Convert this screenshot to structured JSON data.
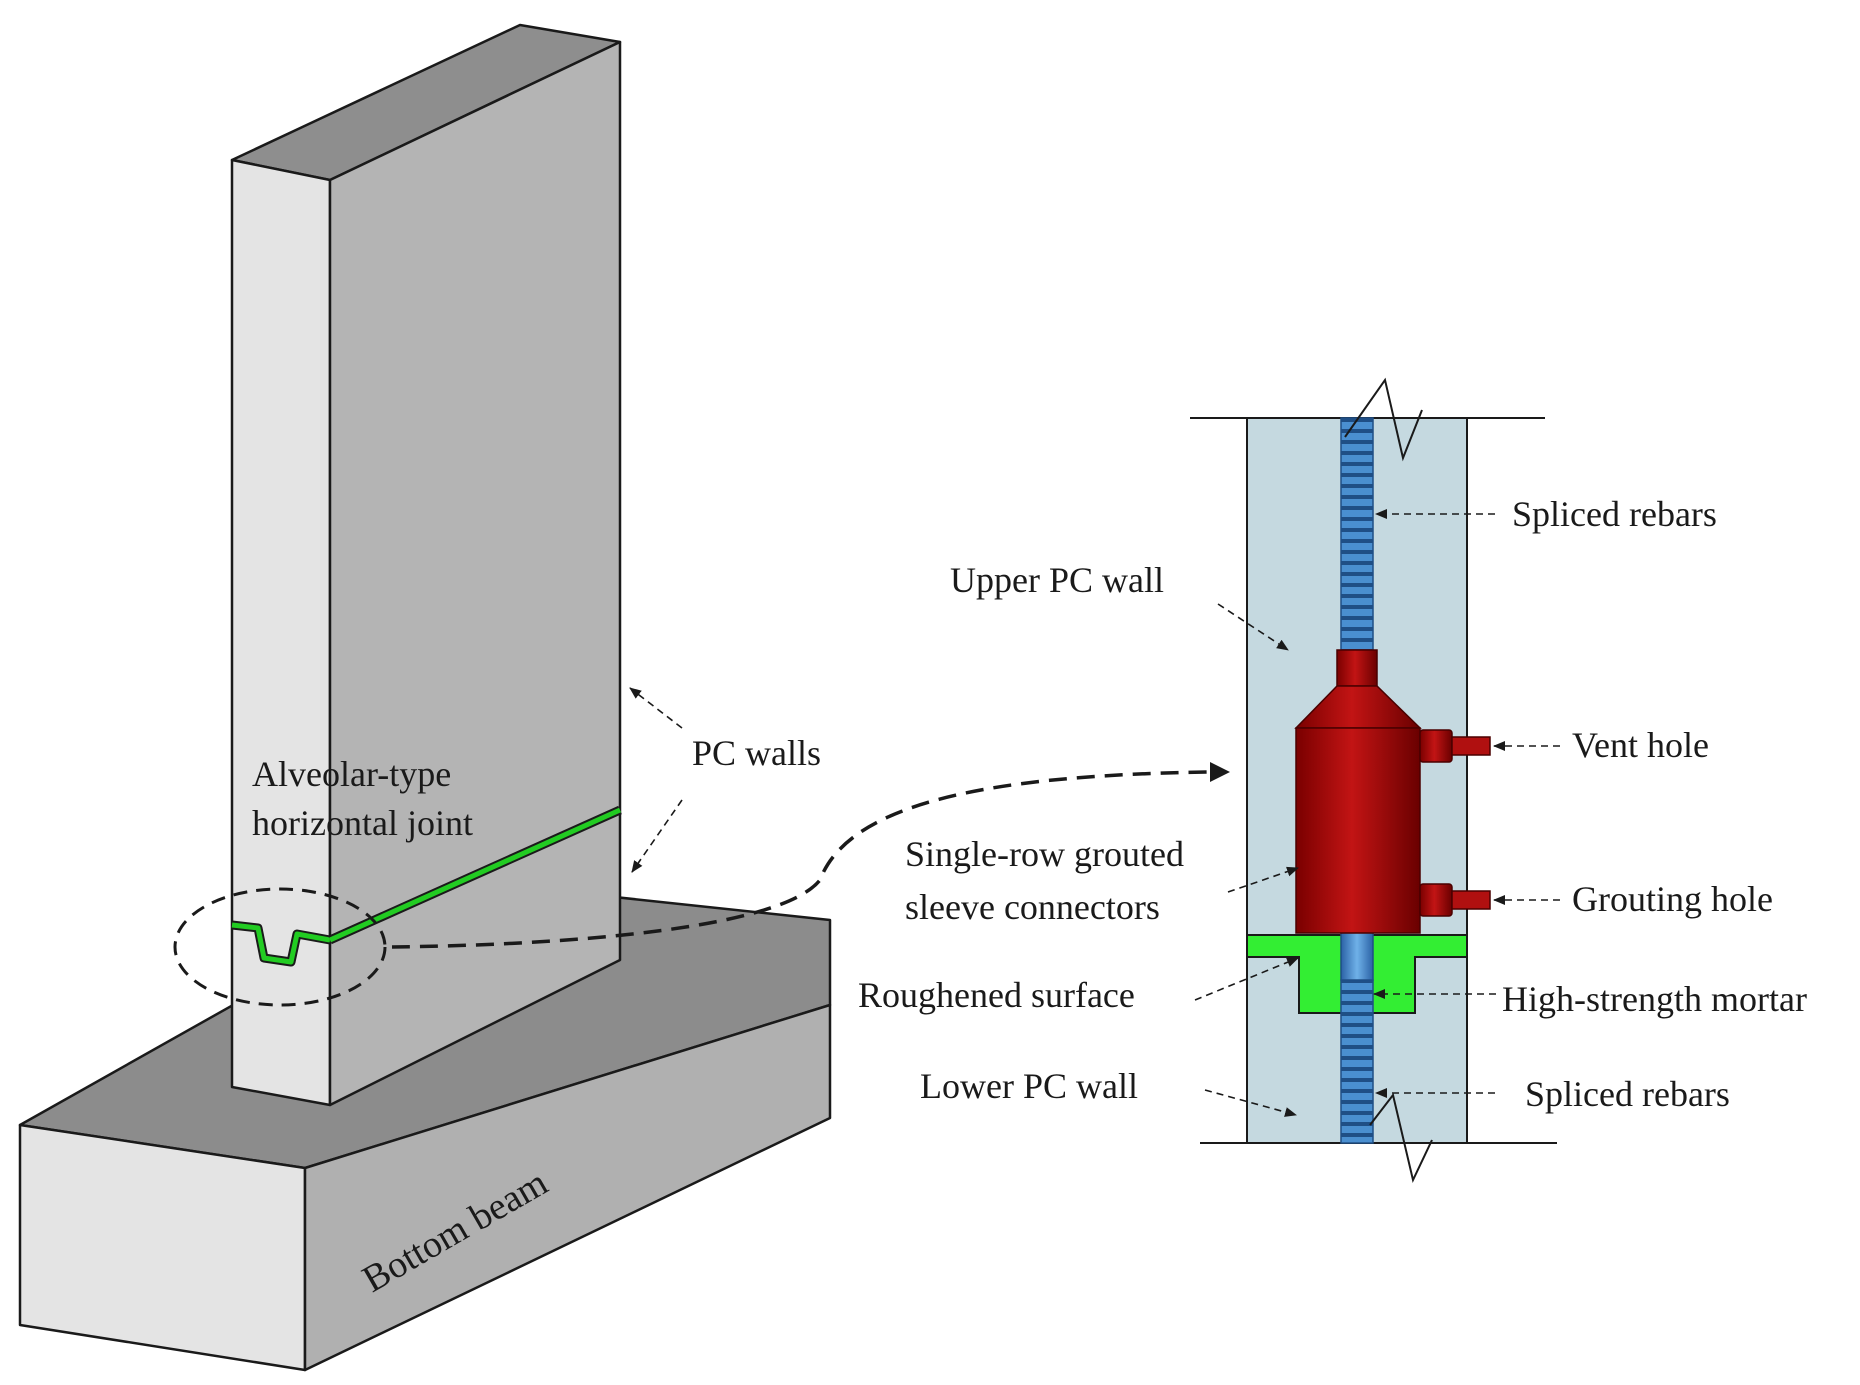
{
  "labels": {
    "bottom_beam": "Bottom beam",
    "pc_walls": "PC walls",
    "alveolar_line1": "Alveolar-type",
    "alveolar_line2": "horizontal joint",
    "upper_pc_wall": "Upper PC wall",
    "lower_pc_wall": "Lower PC wall",
    "spliced_rebars_top": "Spliced rebars",
    "spliced_rebars_bottom": "Spliced rebars",
    "vent_hole": "Vent hole",
    "grouting_hole": "Grouting hole",
    "sleeve_line1": "Single-row grouted",
    "sleeve_line2": "sleeve connectors",
    "roughened_surface": "Roughened surface",
    "high_strength_mortar": "High-strength mortar"
  },
  "colors": {
    "wall_front": "#e4e4e4",
    "wall_side": "#b4b4b4",
    "wall_top": "#8e8e8e",
    "beam_front": "#e4e4e4",
    "beam_side": "#b0b0b0",
    "beam_top": "#8c8c8c",
    "joint_green": "#22cc22",
    "detail_wall": "#c5d9e0",
    "rebar_blue": "#4a8fd0",
    "rebar_dark": "#1f4f86",
    "sleeve_red": "#b01010",
    "sleeve_dark": "#6a0000",
    "mortar_green": "#33ee33"
  }
}
